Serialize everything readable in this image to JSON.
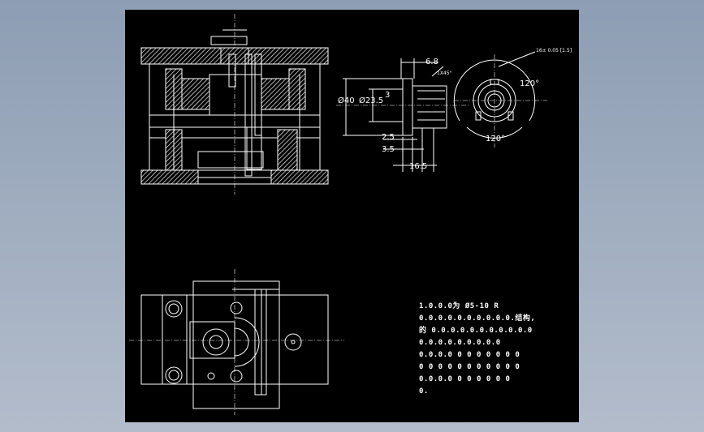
{
  "drawing": {
    "dims": {
      "d1": "6.8",
      "d2": "1X45°",
      "d3": "Ø40",
      "d4": "Ø23.5",
      "d5": "3",
      "d6": "2.5",
      "d7": "3.5",
      "d8": "16.5",
      "a1": "120°",
      "a2": "120°",
      "a3": "16± 0.05 [1.5]"
    },
    "notes": [
      "1.0.0.0为 Ø5-10 R",
      "0.0.0.0.0.0.0.0.0.0.结构,",
      "的 0.0.0.0.0.0.0.0.0.0.0",
      "0.0.0.0.0.0.0.0.0",
      "0.0.0.0 0 0 0 0 0 0 0",
      "0 0 0 0 0 0 0 0 0 0 0",
      "0.0.0.0 0 0 0 0 0 0",
      "0."
    ]
  }
}
